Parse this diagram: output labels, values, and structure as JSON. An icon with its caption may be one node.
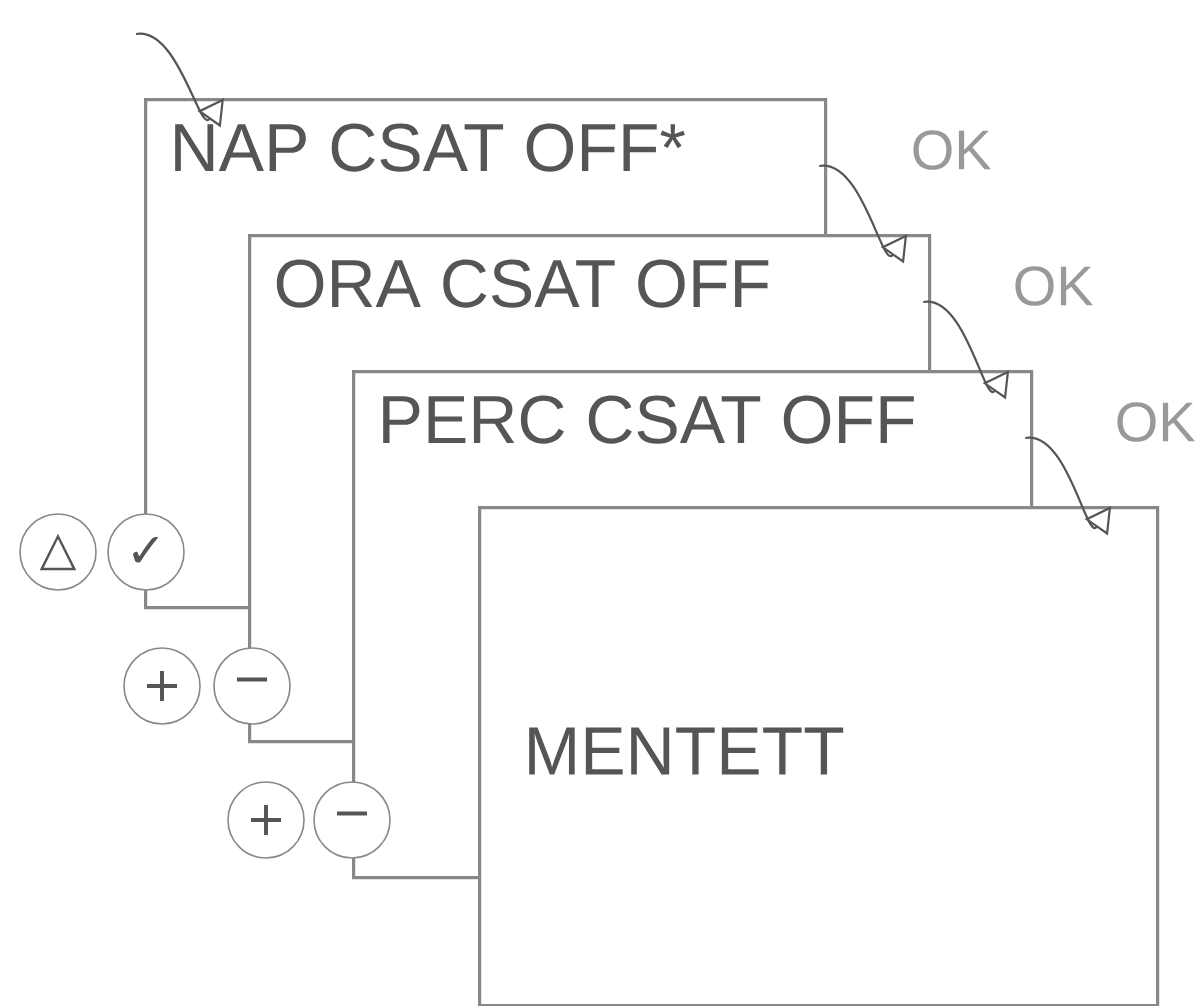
{
  "diagram": {
    "nodes": [
      {
        "text": [
          "NAP CSAT OFF*"
        ]
      },
      {
        "text": [
          "ORA CSAT OFF"
        ]
      },
      {
        "text": [
          "PERC CSAT OFF"
        ]
      },
      {
        "text": [
          "MENTETT"
        ]
      },
      {
        "text": [
          "△"
        ]
      },
      {
        "text": [
          "✓"
        ]
      },
      {
        "text": [
          "+"
        ]
      },
      {
        "text": [
          "−"
        ]
      },
      {
        "text": [
          "+"
        ]
      },
      {
        "text": [
          "−"
        ]
      }
    ],
    "edges": [
      {
        "from": null,
        "to": 0,
        "arrow": "to"
      },
      {
        "from": 0,
        "to": 1,
        "arrow": "to",
        "label": "OK"
      },
      {
        "from": 1,
        "to": 2,
        "arrow": "to",
        "label": "OK"
      },
      {
        "from": 2,
        "to": 3,
        "arrow": "to",
        "label": "OK"
      }
    ]
  }
}
